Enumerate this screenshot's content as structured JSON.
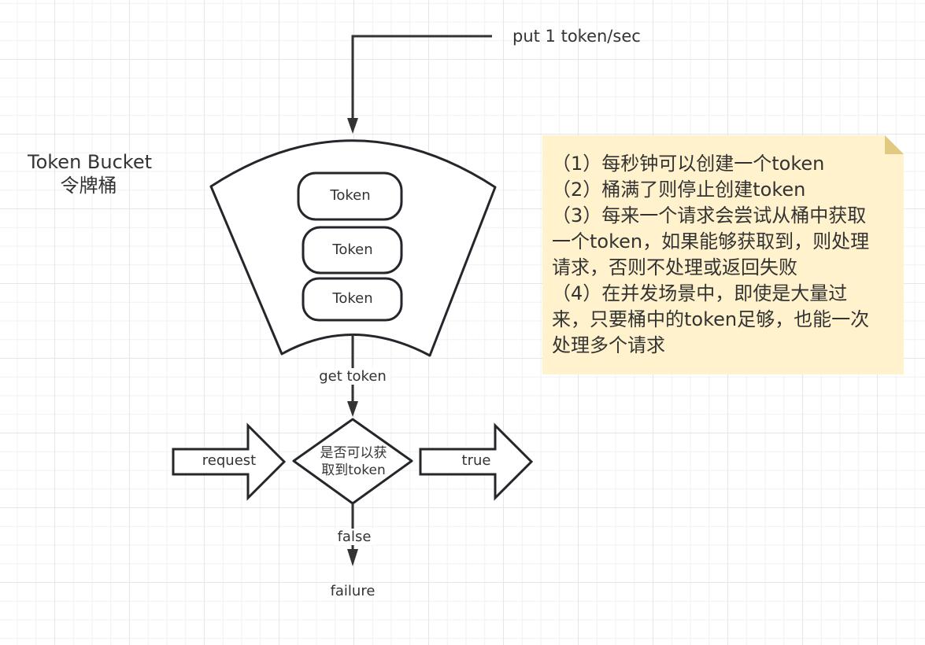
{
  "title": {
    "line1": "Token Bucket",
    "line2": "令牌桶"
  },
  "input_arrow": {
    "label": "put 1 token/sec"
  },
  "bucket": {
    "tokens": [
      "Token",
      "Token",
      "Token"
    ]
  },
  "edges": {
    "get_token": "get token",
    "false_label": "false",
    "failure": "failure"
  },
  "request_arrow": {
    "label": "request"
  },
  "true_arrow": {
    "label": "true"
  },
  "decision": {
    "line1": "是否可以获",
    "line2": "取到token"
  },
  "note": {
    "lines": [
      "（1）每秒钟可以创建一个token",
      "（2）桶满了则停止创建token",
      "（3）每来一个请求会尝试从桶中获取一个token，如果能够获取到，则处理请求，否则不处理或返回失败",
      "（4）在并发场景中，即使是大量过来，只要桶中的token足够，也能一次处理多个请求"
    ],
    "colors": {
      "fill": "#fff2cc",
      "fold": "#e0ca82"
    }
  }
}
